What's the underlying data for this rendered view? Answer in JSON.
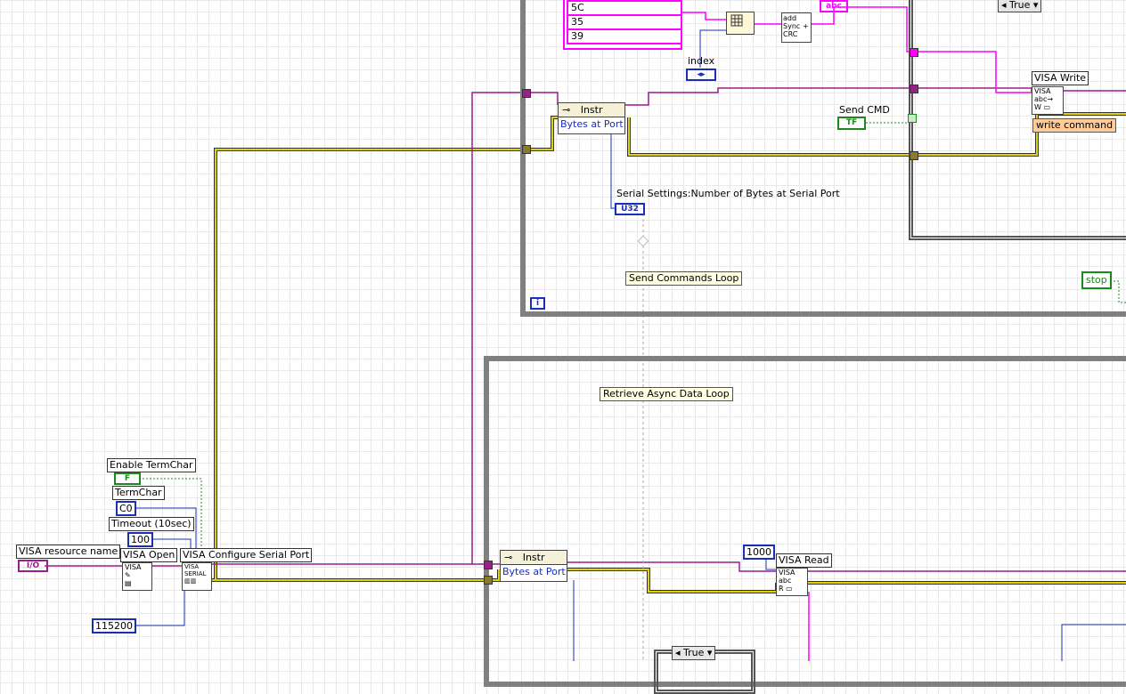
{
  "labels": {
    "enable_termchar": "Enable TermChar",
    "termchar": "TermChar",
    "timeout": "Timeout (10sec)",
    "visa_resource_name": "VISA resource name",
    "visa_open": "VISA Open",
    "visa_configure": "VISA Configure Serial Port",
    "visa_write": "VISA Write",
    "visa_read": "VISA Read",
    "index": "index",
    "send_cmd": "Send CMD",
    "serial_settings": "Serial Settings:Number of Bytes at Serial Port",
    "stop": "stop",
    "write_command": "write command"
  },
  "notes": {
    "send_loop": "Send Commands Loop",
    "retrieve_loop": "Retrieve Async Data Loop"
  },
  "constants": {
    "termchar_value": "C0",
    "timeout_value": "100",
    "baud_value": "115200",
    "read_count": "1000",
    "enable_termchar_value": "F",
    "send_cmd_value": "TF",
    "string_rows": [
      "5C",
      "35",
      "39"
    ]
  },
  "property_nodes": {
    "top_ref": "Instr",
    "top_prop": "Bytes at Port",
    "bottom_ref": "Instr",
    "bottom_prop": "Bytes at Port"
  },
  "case_selectors": {
    "top": "True",
    "bottom": "True"
  },
  "terminals": {
    "io": "I/O",
    "u32": "U32",
    "abc": "abc",
    "iteration": "i",
    "sync_crc": "add Sync + CRC"
  },
  "colors": {
    "visa_wire": "#9b1f8b",
    "error_wire": "#c8b400",
    "string_wire": "#ff00ff",
    "numeric_wire": "#1a2fb8",
    "boolean_wire": "#1b8a1b",
    "loop_border": "#808080"
  }
}
